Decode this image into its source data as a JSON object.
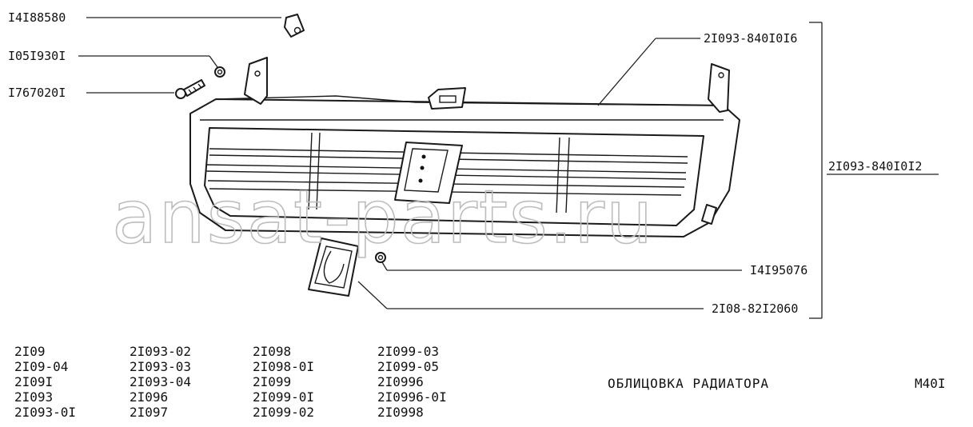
{
  "part_labels": {
    "left_top": "I4I88580",
    "left_mid": "I05I930I",
    "left_bot": "I767020I",
    "right_top": "2I093-840I0I6",
    "right_assembly": "2I093-840I0I2",
    "right_nut": "I4I95076",
    "right_emblem": "2I08-82I2060"
  },
  "watermark": "ansat-parts.ru",
  "models": {
    "col1": [
      "2I09",
      "2I09-04",
      "2I09I",
      "2I093",
      "2I093-0I"
    ],
    "col2": [
      "2I093-02",
      "2I093-03",
      "2I093-04",
      "2I096",
      "2I097"
    ],
    "col3": [
      "2I098",
      "2I098-0I",
      "2I099",
      "2I099-0I",
      "2I099-02"
    ],
    "col4": [
      "2I099-03",
      "2I099-05",
      "2I0996",
      "2I0996-0I",
      "2I0998"
    ]
  },
  "title": "ОБЛИЦОВКА РАДИАТОРА",
  "sheet_code": "М40I"
}
